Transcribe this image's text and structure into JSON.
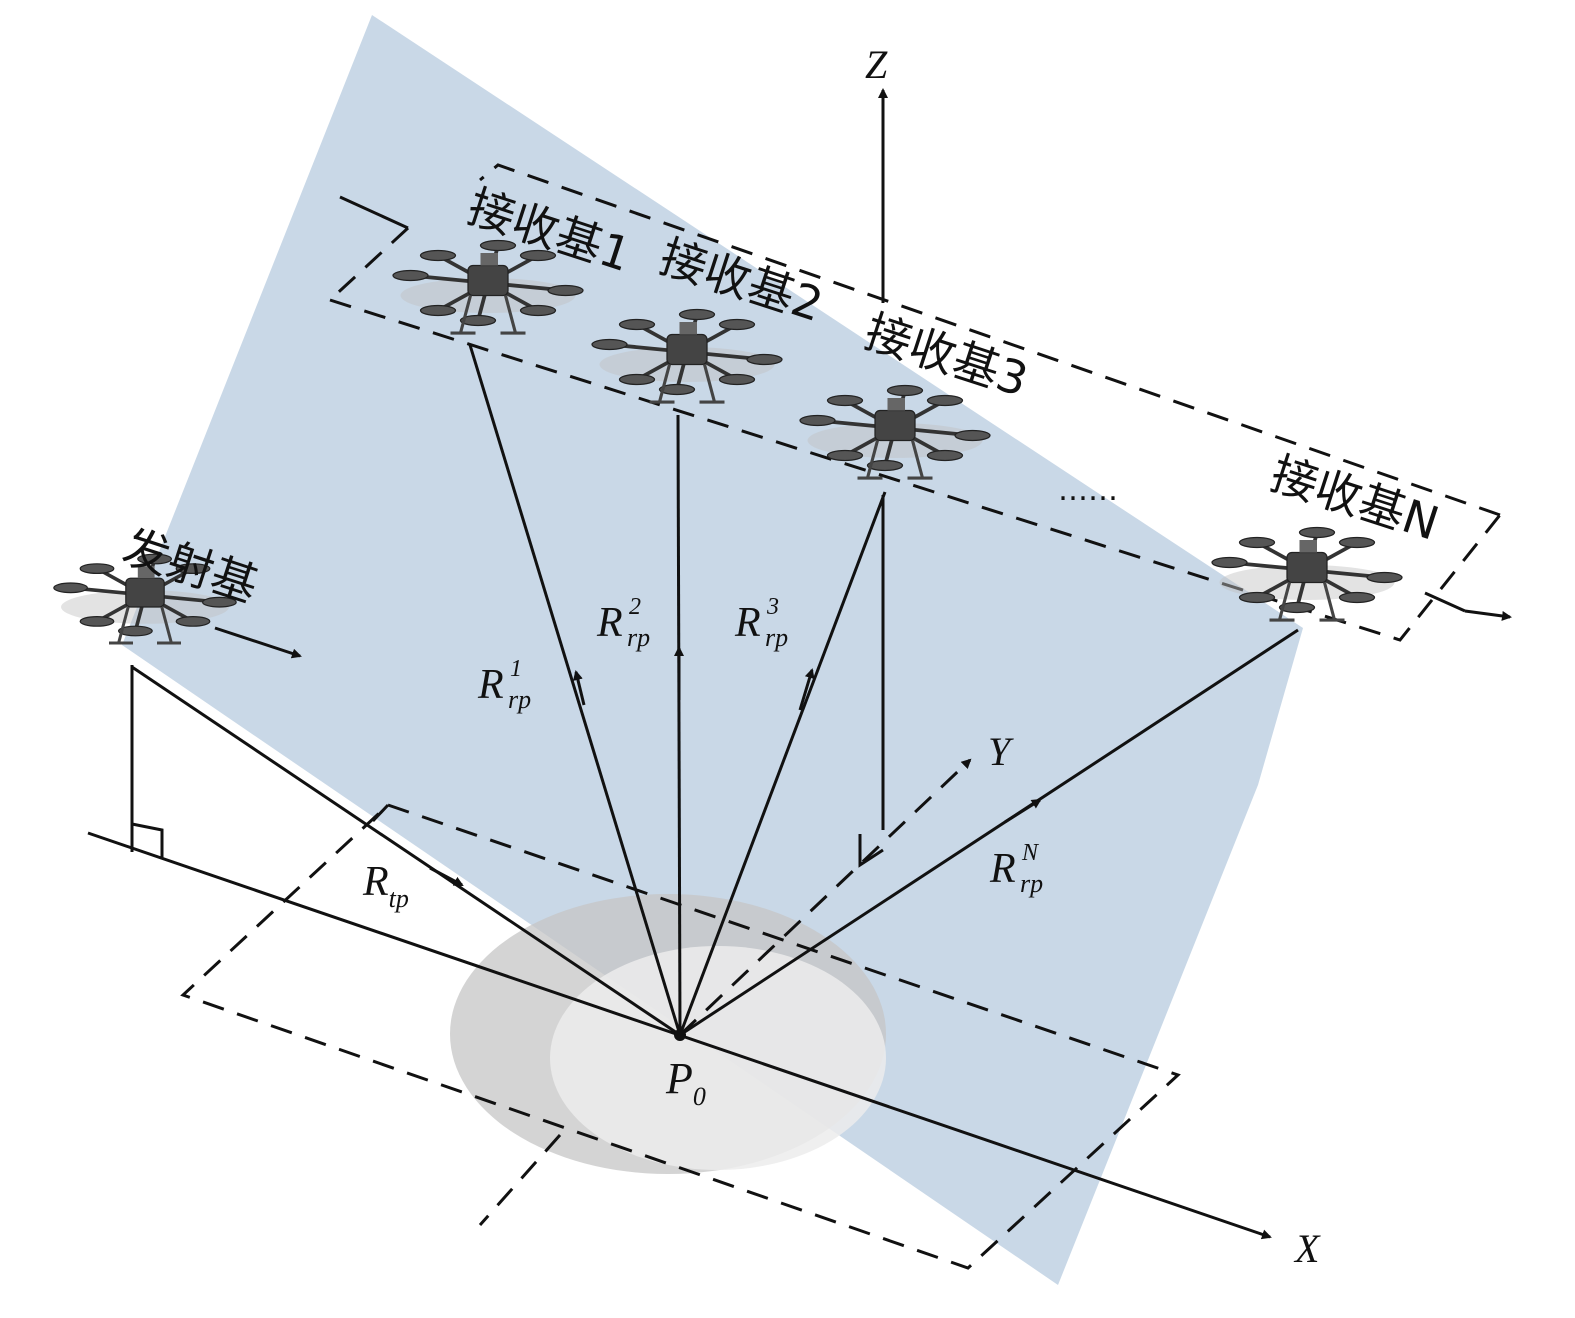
{
  "colors": {
    "plane": "#c9d8e7",
    "ellipse_outer": "#c6c6c6",
    "ellipse_inner": "#ececec",
    "ink": "#111111"
  },
  "axes": {
    "z": "Z",
    "y": "Y",
    "x": "X"
  },
  "point_label": {
    "main": "P",
    "sub": "0"
  },
  "transmitter": {
    "label": "发射基"
  },
  "receivers": [
    {
      "label": "接收基1"
    },
    {
      "label": "接收基2"
    },
    {
      "label": "接收基3"
    },
    {
      "label": "接收基N"
    }
  ],
  "ellipsis": "……",
  "ranges": {
    "tx": {
      "main": "R",
      "sub": "tp"
    },
    "rx1": {
      "main": "R",
      "sup": "1",
      "sub": "rp"
    },
    "rx2": {
      "main": "R",
      "sup": "2",
      "sub": "rp"
    },
    "rx3": {
      "main": "R",
      "sup": "3",
      "sub": "rp"
    },
    "rxN": {
      "main": "R",
      "sup": "N",
      "sub": "rp"
    }
  },
  "icons": [
    "drone-icon"
  ]
}
